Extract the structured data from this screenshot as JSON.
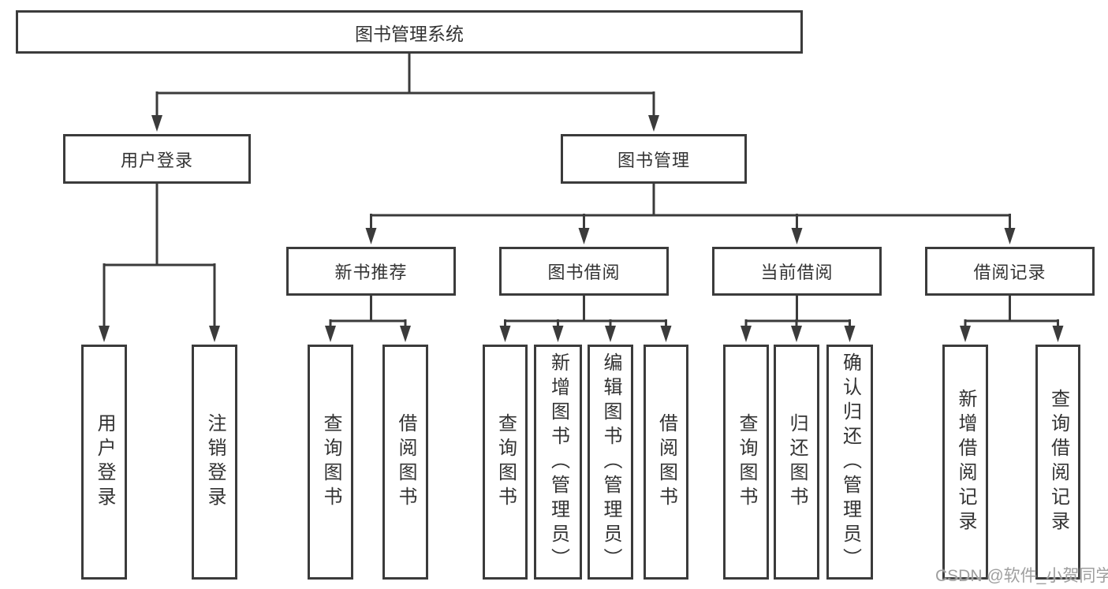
{
  "diagram": {
    "title": "图书管理系统",
    "level2": [
      {
        "label": "用户登录"
      },
      {
        "label": "图书管理"
      }
    ],
    "level3": [
      {
        "label": "新书推荐",
        "parent": "图书管理"
      },
      {
        "label": "图书借阅",
        "parent": "图书管理"
      },
      {
        "label": "当前借阅",
        "parent": "图书管理"
      },
      {
        "label": "借阅记录",
        "parent": "图书管理"
      }
    ],
    "leaves": [
      {
        "label": "用户登录",
        "parent": "用户登录"
      },
      {
        "label": "注销登录",
        "parent": "用户登录"
      },
      {
        "label": "查询图书",
        "parent": "新书推荐"
      },
      {
        "label": "借阅图书",
        "parent": "新书推荐"
      },
      {
        "label": "查询图书",
        "parent": "图书借阅"
      },
      {
        "label": "新增图书（管理员）",
        "parent": "图书借阅"
      },
      {
        "label": "编辑图书（管理员）",
        "parent": "图书借阅"
      },
      {
        "label": "借阅图书",
        "parent": "图书借阅"
      },
      {
        "label": "查询图书",
        "parent": "当前借阅"
      },
      {
        "label": "归还图书",
        "parent": "当前借阅"
      },
      {
        "label": "确认归还（管理员）",
        "parent": "当前借阅"
      },
      {
        "label": "新增借阅记录",
        "parent": "借阅记录"
      },
      {
        "label": "查询借阅记录",
        "parent": "借阅记录"
      }
    ],
    "watermark": "CSDN @软件_小贺同学",
    "colors": {
      "line": "#3b3b3b",
      "text": "#333333",
      "watermark": "#9f9f9f",
      "background": "#ffffff"
    }
  }
}
